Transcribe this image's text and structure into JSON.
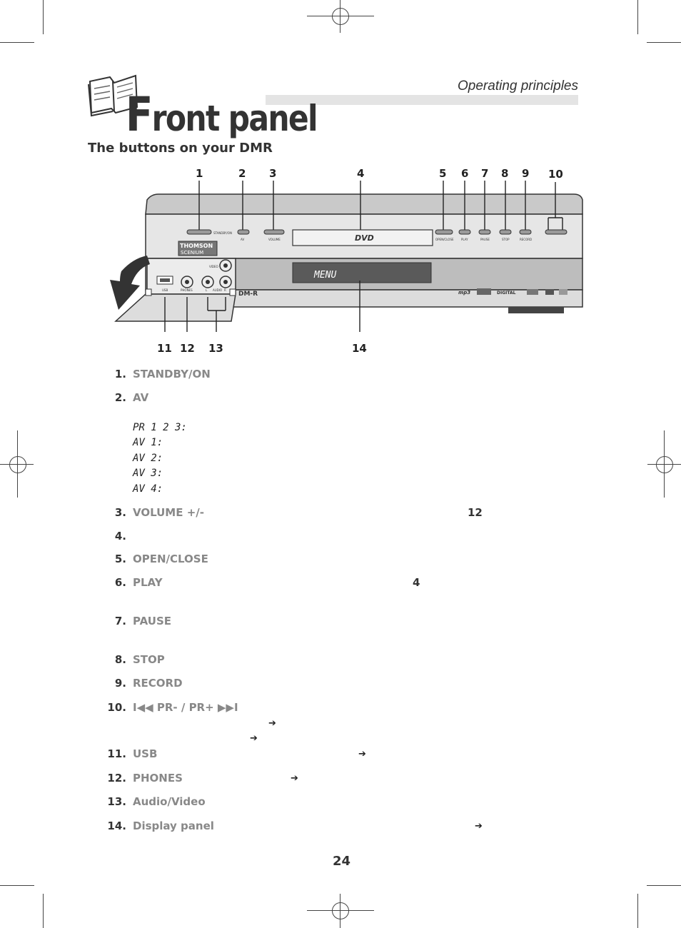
{
  "header": {
    "section_title": "Operating principles",
    "page_title_initial": "F",
    "page_title_rest": "ront panel",
    "subtitle": "The buttons on your DMR"
  },
  "diagram": {
    "brand": "THOMSON",
    "brand_sub": "SCENIUM",
    "display_text": "MENU",
    "model_badge": "DM-R",
    "labels": {
      "standby": "STANDBY/ON",
      "av": "AV",
      "volume": "VOLUME",
      "open_close": "OPEN/CLOSE",
      "play": "PLAY",
      "pause": "PAUSE",
      "stop": "STOP",
      "record": "RECORD",
      "usb": "USB",
      "phones": "PHONES",
      "video": "VIDEO",
      "audio": "AUDIO",
      "l": "L",
      "r": "R",
      "mp3": "mp3",
      "digital": "DIGITAL"
    },
    "callouts_top": [
      "1",
      "2",
      "3",
      "4",
      "5",
      "6",
      "7",
      "8",
      "9",
      "10"
    ],
    "callouts_bottom": [
      "11",
      "12",
      "13",
      "14"
    ]
  },
  "items": [
    {
      "num": "1.",
      "label": "STANDBY/ON"
    },
    {
      "num": "2.",
      "label": "AV"
    },
    {
      "num": "3.",
      "label": "VOLUME +/-",
      "extra": "12"
    },
    {
      "num": "4.",
      "label": ""
    },
    {
      "num": "5.",
      "label": "OPEN/CLOSE"
    },
    {
      "num": "6.",
      "label": "PLAY",
      "extra": "4"
    },
    {
      "num": "7.",
      "label": "PAUSE"
    },
    {
      "num": "8.",
      "label": "STOP"
    },
    {
      "num": "9.",
      "label": "RECORD"
    },
    {
      "num": "10.",
      "label": "I◀◀ PR- / PR+ ▶▶I"
    },
    {
      "num": "11.",
      "label": "USB"
    },
    {
      "num": "12.",
      "label": "PHONES"
    },
    {
      "num": "13.",
      "label": "Audio/Video"
    },
    {
      "num": "14.",
      "label": "Display panel"
    }
  ],
  "av_modes": [
    "PR 1  2  3:",
    "AV 1:",
    "AV 2:",
    "AV 3:",
    "AV 4:"
  ],
  "arrow_icon": "right-arrow-icon",
  "page_number": "24"
}
